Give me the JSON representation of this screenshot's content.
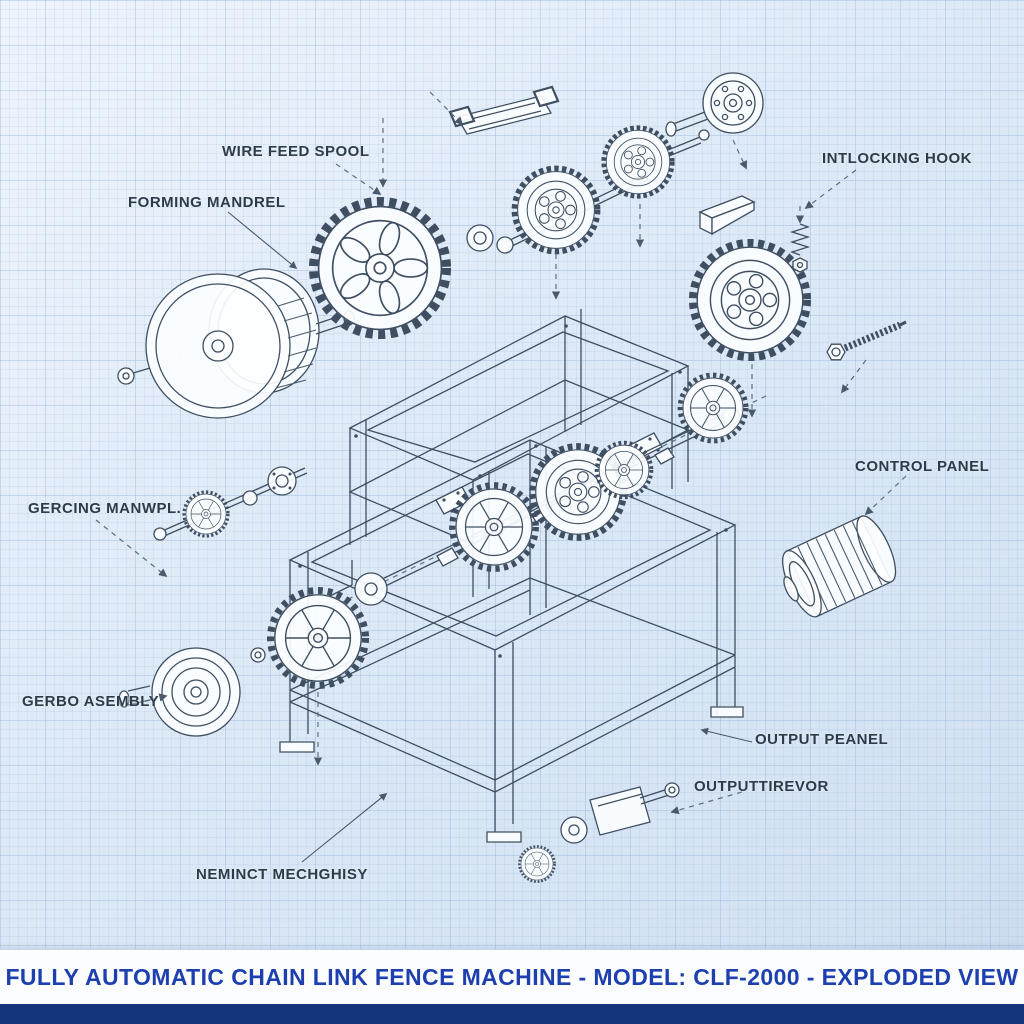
{
  "diagram": {
    "labels": [
      {
        "id": "wire-feed-spool",
        "text": "WIRE FEED SPOOL"
      },
      {
        "id": "forming-mandrel",
        "text": "FORMING MANDREL"
      },
      {
        "id": "interlocking-hook",
        "text": "INTLOCKING HOOK"
      },
      {
        "id": "gearing-manual",
        "text": "GERCING MANWPL."
      },
      {
        "id": "control-panel",
        "text": "CONTROL PANEL"
      },
      {
        "id": "gearbox-assembly",
        "text": "GERBO ASEMBLY"
      },
      {
        "id": "output-panel",
        "text": "OUTPUT PEANEL"
      },
      {
        "id": "output-conveyor",
        "text": "OUTPUTTIREVOR"
      },
      {
        "id": "tension-mechanism",
        "text": "NEMINCT MECHGHISY"
      }
    ]
  },
  "footer": {
    "title": "FULLY AUTOMATIC CHAIN LINK FENCE MACHINE - MODEL: CLF-2000 - EXPLODED VIEW"
  },
  "colors": {
    "background_top": "#eef4fc",
    "background_bottom": "#cfdff1",
    "grid_line": "#bcd0e8",
    "drawing_line": "#3f4f61",
    "label_text": "#2e3b49",
    "title_text": "#1e3faf",
    "footer_bar": "#14357c",
    "title_strip": "#fbfdff"
  }
}
